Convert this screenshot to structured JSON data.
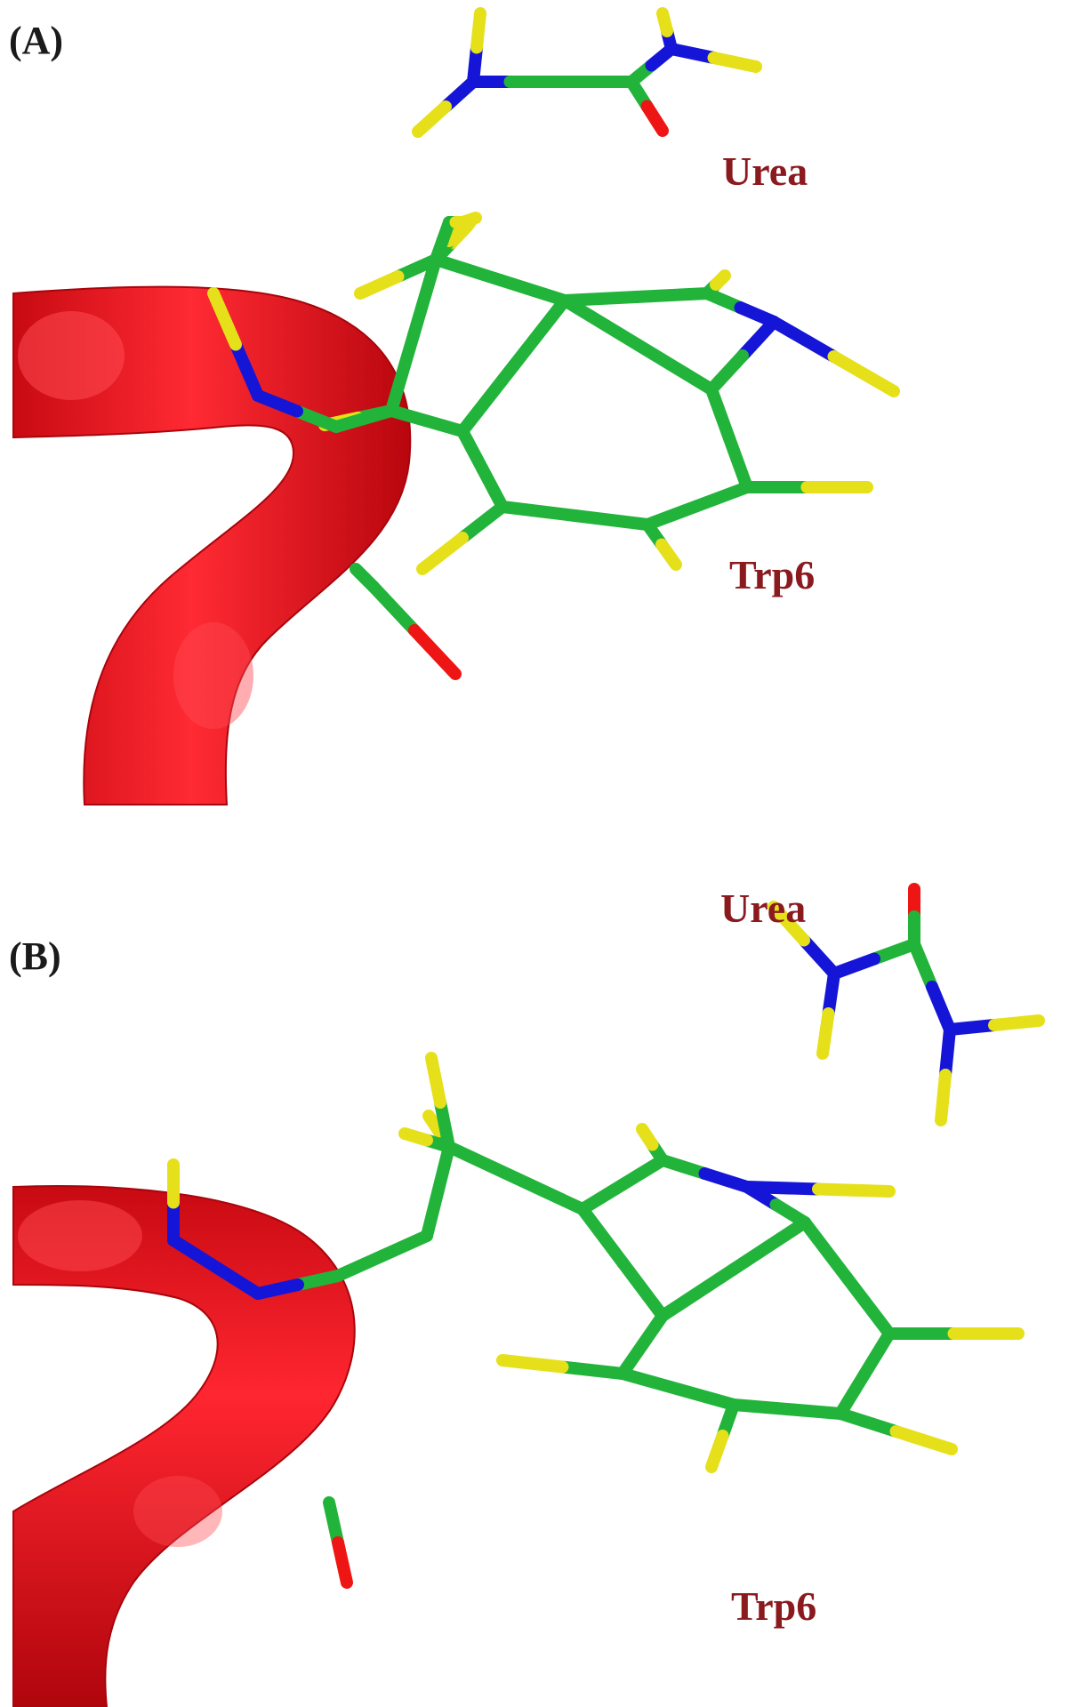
{
  "figure": {
    "panel_a": {
      "label": "(A)",
      "urea_label": "Urea",
      "residue_label": "Trp6"
    },
    "panel_b": {
      "label": "(B)",
      "urea_label": "Urea",
      "residue_label": "Trp6"
    }
  },
  "colors": {
    "ribbon": "#e8101a",
    "carbon": "#22b43a",
    "nitrogen": "#1515d8",
    "oxygen": "#ee1515",
    "hydrogen": "#e6e01a",
    "label": "#8b1a1f",
    "background": "#ffffff"
  }
}
